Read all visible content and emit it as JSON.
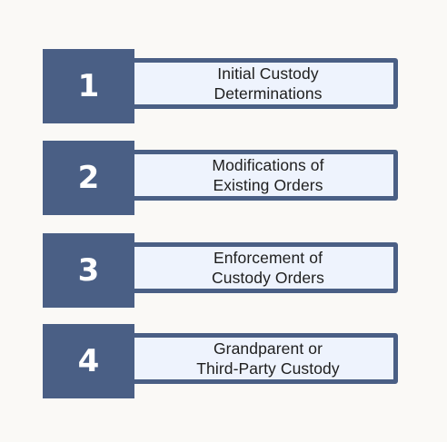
{
  "colors": {
    "background": "#faf9f6",
    "number_box": "#4a5f85",
    "label_fill": "#eef3fd",
    "label_border": "#4a5f85"
  },
  "items": [
    {
      "number": "1",
      "label": "Initial Custody\nDeterminations"
    },
    {
      "number": "2",
      "label": "Modifications of\nExisting Orders"
    },
    {
      "number": "3",
      "label": "Enforcement of\nCustody Orders"
    },
    {
      "number": "4",
      "label": "Grandparent or\nThird-Party Custody"
    }
  ]
}
